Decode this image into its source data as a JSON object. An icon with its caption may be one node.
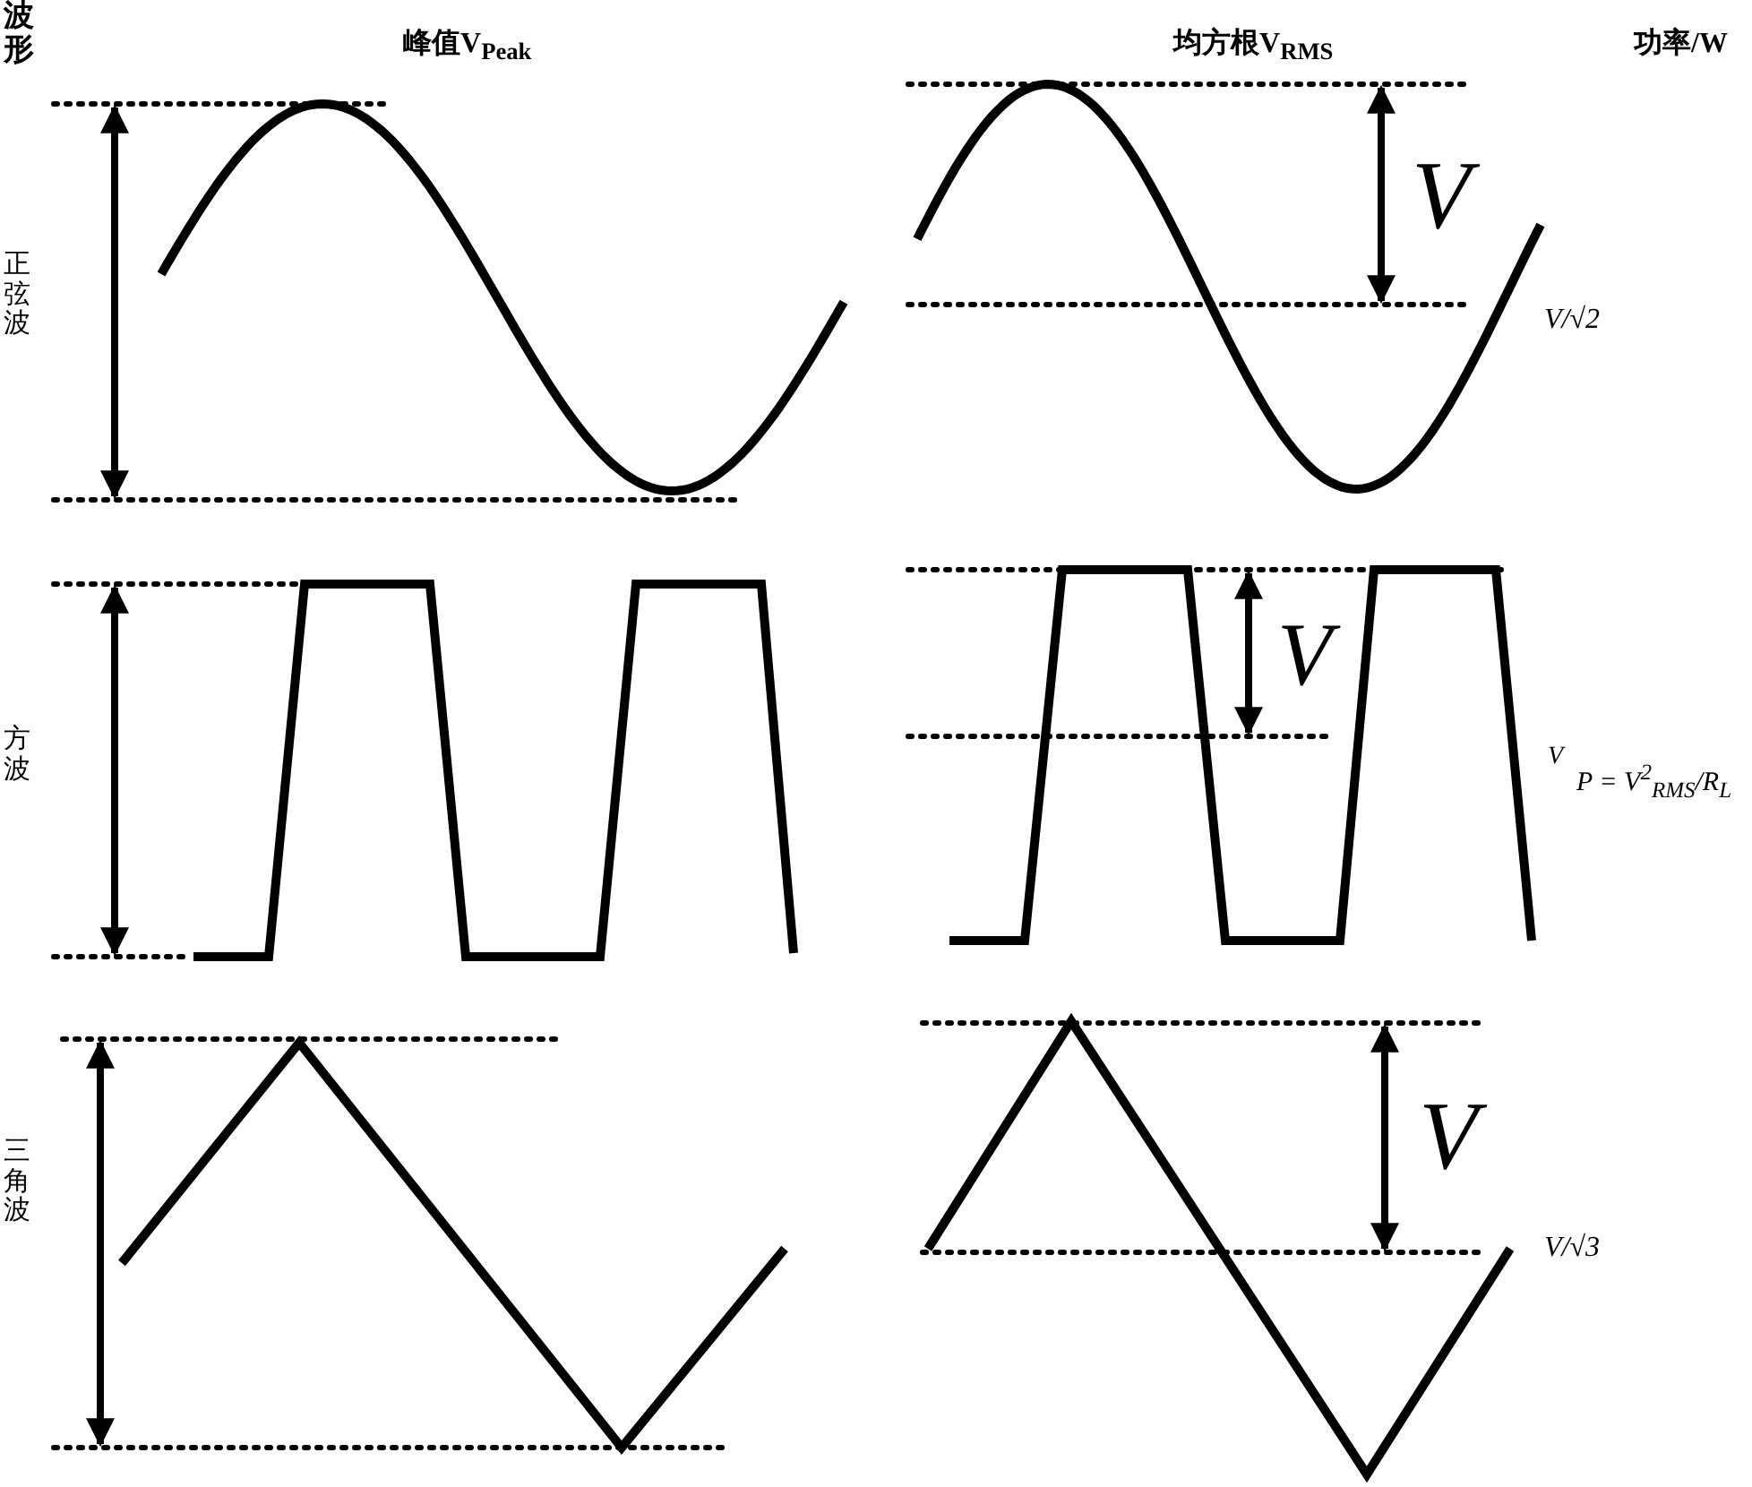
{
  "diagram": {
    "labels": [
      "波形",
      "峰值V$_{Peak}$",
      "均方根V$_{RMS}$",
      "功率/W",
      "正弦波",
      "V",
      "V/√2",
      "方波",
      "V",
      "V",
      "P = V$^{2}$$_{RMS}$/R$_{L}$",
      "三角波",
      "V",
      "V/√3"
    ]
  }
}
